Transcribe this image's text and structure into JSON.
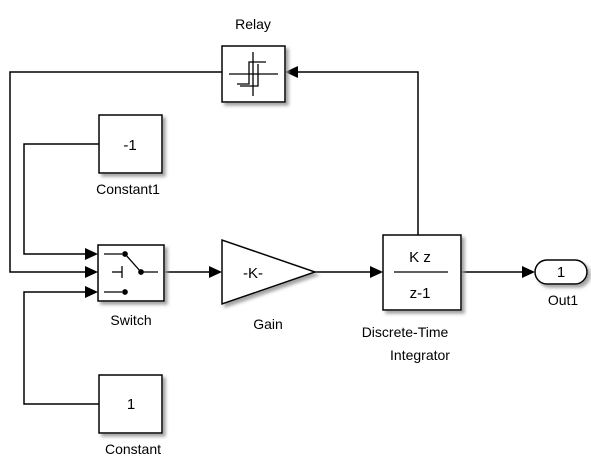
{
  "diagram": {
    "blocks": {
      "relay": {
        "label": "Relay"
      },
      "constant1": {
        "value": "-1",
        "label": "Constant1"
      },
      "constant": {
        "value": "1",
        "label": "Constant"
      },
      "switch": {
        "label": "Switch"
      },
      "gain": {
        "value": "-K-",
        "label": "Gain"
      },
      "integrator": {
        "numerator": "K z",
        "denominator": "z-1",
        "label_line1": "Discrete-Time",
        "label_line2": "Integrator"
      },
      "out1": {
        "value": "1",
        "label": "Out1"
      }
    },
    "colors": {
      "line": "#000000",
      "background": "#ffffff",
      "shadow": "#9a9a9a"
    },
    "connections": [
      [
        "Constant1",
        "Switch.in1"
      ],
      [
        "Relay",
        "Switch.in2"
      ],
      [
        "Constant",
        "Switch.in3"
      ],
      [
        "Switch",
        "Gain"
      ],
      [
        "Gain",
        "Discrete-Time Integrator"
      ],
      [
        "Discrete-Time Integrator",
        "Out1"
      ],
      [
        "Discrete-Time Integrator",
        "Relay"
      ]
    ]
  }
}
